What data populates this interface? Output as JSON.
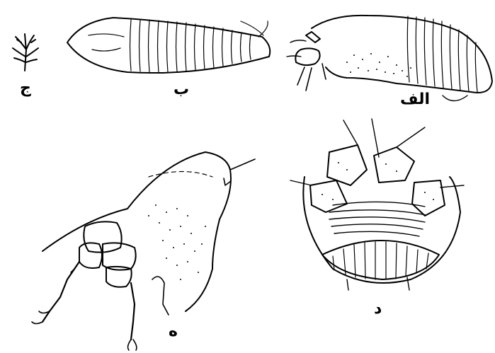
{
  "labels": {
    "alef": "الف",
    "be": "ب",
    "jim": "ج",
    "dal": "د",
    "he": "ه"
  },
  "colors": {
    "ink": "#000000",
    "paper": "#ffffff"
  }
}
